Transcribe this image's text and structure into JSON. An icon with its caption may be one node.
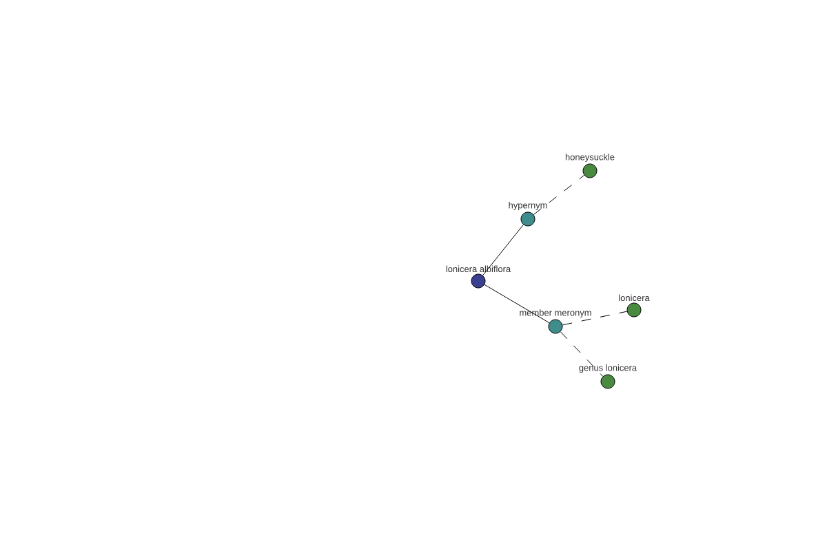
{
  "diagram": {
    "nodes": [
      {
        "text": [
          "honeysuckle"
        ]
      },
      {
        "text": [
          "hypernym"
        ]
      },
      {
        "text": [
          "lonicera albiflora"
        ]
      },
      {
        "text": [
          "lonicera"
        ]
      },
      {
        "text": [
          "member meronym"
        ]
      },
      {
        "text": [
          "genus lonicera"
        ]
      }
    ],
    "edges": [
      {
        "from": 2,
        "to": 1,
        "arrow": "none"
      },
      {
        "from": 1,
        "to": 0,
        "arrow": "none",
        "style": "dashed"
      },
      {
        "from": 2,
        "to": 4,
        "arrow": "none"
      },
      {
        "from": 4,
        "to": 3,
        "arrow": "none",
        "style": "dashed"
      },
      {
        "from": 4,
        "to": 5,
        "arrow": "none",
        "style": "dashed"
      }
    ]
  }
}
